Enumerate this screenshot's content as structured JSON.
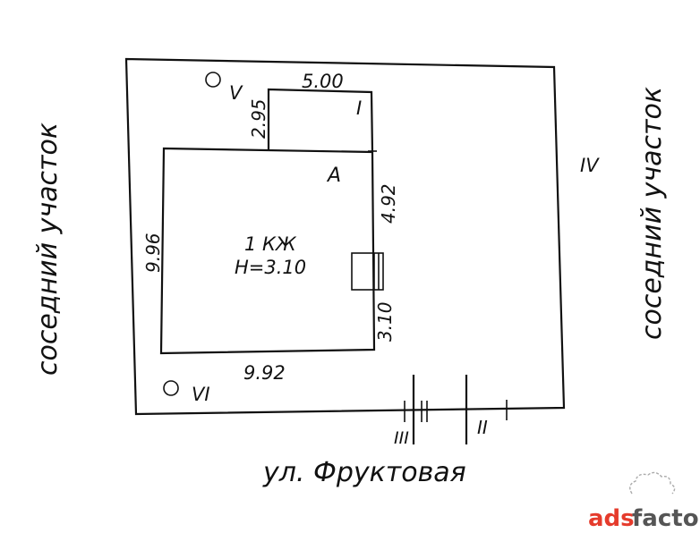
{
  "labels": {
    "left_neighbor": "соседний участок",
    "right_neighbor": "соседний участок",
    "street": "ул. Фруктовая",
    "building_name": "1 КЖ",
    "building_height": "H=3.10",
    "building_letter": "A",
    "annex_letter": "I",
    "roman_ii": "II",
    "roman_iii": "III",
    "roman_iv": "IV",
    "roman_v": "V",
    "roman_vi": "VI"
  },
  "dimensions": {
    "annex_width": "5.00",
    "annex_depth": "2.95",
    "house_left": "9.96",
    "house_bottom": "9.92",
    "house_right_upper": "4.92",
    "house_right_lower": "3.10"
  },
  "watermark": {
    "brand_a": "ads",
    "brand_b": "factory",
    "color_a": "#e53b2c",
    "color_b": "#555555"
  }
}
